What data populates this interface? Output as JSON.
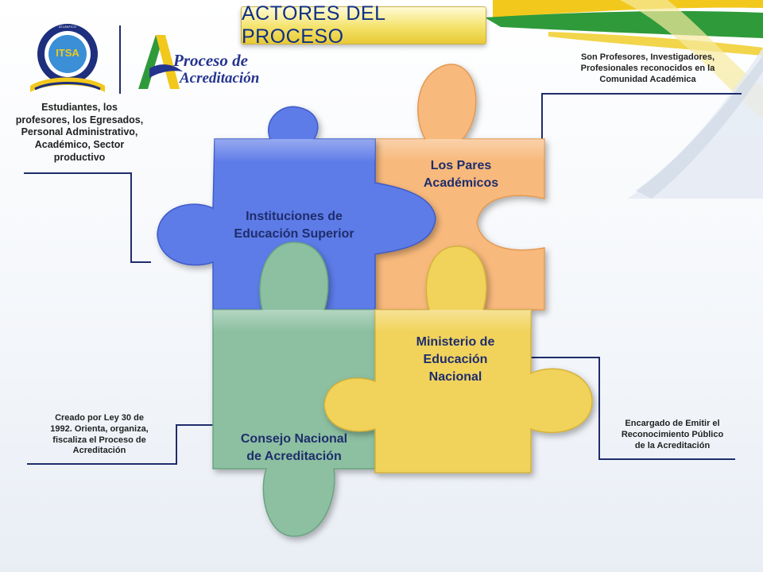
{
  "title": "ACTORES DEL PROCESO",
  "logos": {
    "itsa": {
      "ring_text": "INSTITUTO TECNOLÓGICO DE SOLEDAD ATLÁNTICO",
      "monogram": "ITSA"
    },
    "acreditacion": {
      "line1": "Proceso de",
      "line2": "Acreditación"
    }
  },
  "pieces": {
    "ies": {
      "line1": "Instituciones de",
      "line2": "Educación Superior",
      "color": "#5d7be8"
    },
    "pares": {
      "line1": "Los Pares",
      "line2": "Académicos",
      "color": "#f8b97c"
    },
    "men": {
      "line1": "Ministerio de",
      "line2": "Educación",
      "line3": "Nacional",
      "color": "#f1d35c"
    },
    "cna": {
      "line1": "Consejo Nacional",
      "line2": "de Acreditación",
      "color": "#8cc0a1"
    }
  },
  "notes": {
    "ies": [
      "Estudiantes, los",
      "profesores, los Egresados,",
      "Personal Administrativo,",
      "Académico, Sector",
      "productivo"
    ],
    "pares": [
      "Son Profesores, Investigadores,",
      "Profesionales reconocidos en la",
      "Comunidad Académica"
    ],
    "men": [
      "Encargado de Emitir el",
      "Reconocimiento Público",
      "de la Acreditación"
    ],
    "cna": [
      "Creado por Ley 30 de",
      "1992. Orienta, organiza,",
      "fiscaliza el Proceso de",
      "Acreditación"
    ]
  },
  "colors": {
    "connector": "#1f2d6b",
    "title_text": "#0f2f86",
    "brand_green": "#2f9a3a",
    "brand_yellow": "#f2c81c"
  }
}
